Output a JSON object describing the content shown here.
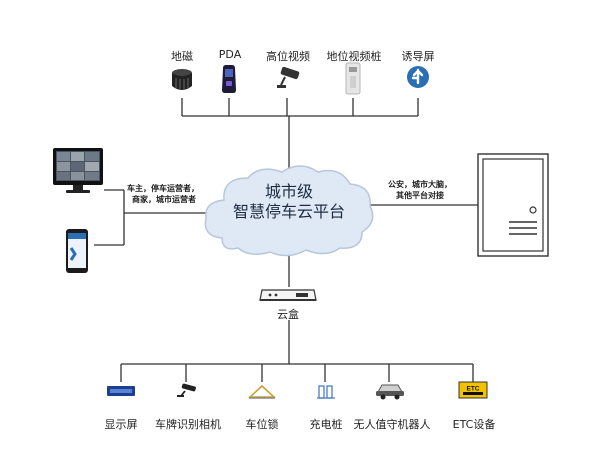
{
  "top_devices": [
    {
      "label": "地磁",
      "icon": "geomagnetic-sensor-icon"
    },
    {
      "label": "PDA",
      "icon": "pda-icon"
    },
    {
      "label": "高位视频",
      "icon": "high-video-camera-icon"
    },
    {
      "label": "地位视频桩",
      "icon": "low-video-pile-icon"
    },
    {
      "label": "诱导屏",
      "icon": "guidance-screen-icon"
    }
  ],
  "cloud": {
    "line1": "城市级",
    "line2": "智慧停车云平台"
  },
  "left_note": {
    "line1": "车主，停车运营者，",
    "line2": "商家，城市运营者"
  },
  "right_note": {
    "line1": "公安，城市大脑，",
    "line2": "其他平台对接"
  },
  "hub": {
    "label": "云盒"
  },
  "bottom_devices": [
    {
      "label": "显示屏",
      "icon": "display-screen-icon"
    },
    {
      "label": "车牌识别相机",
      "icon": "plate-recognition-camera-icon"
    },
    {
      "label": "车位锁",
      "icon": "parking-lock-icon"
    },
    {
      "label": "充电桩",
      "icon": "charging-pile-icon"
    },
    {
      "label": "无人值守机器人",
      "icon": "unattended-robot-icon"
    },
    {
      "label": "ETC设备",
      "icon": "etc-device-icon"
    }
  ],
  "etc_badge": "ETC",
  "colors": {
    "line": "#333333",
    "cloud_fill": "#dfe9f5",
    "cloud_stroke": "#b7c7da",
    "accent_blue": "#2a6fb5"
  }
}
